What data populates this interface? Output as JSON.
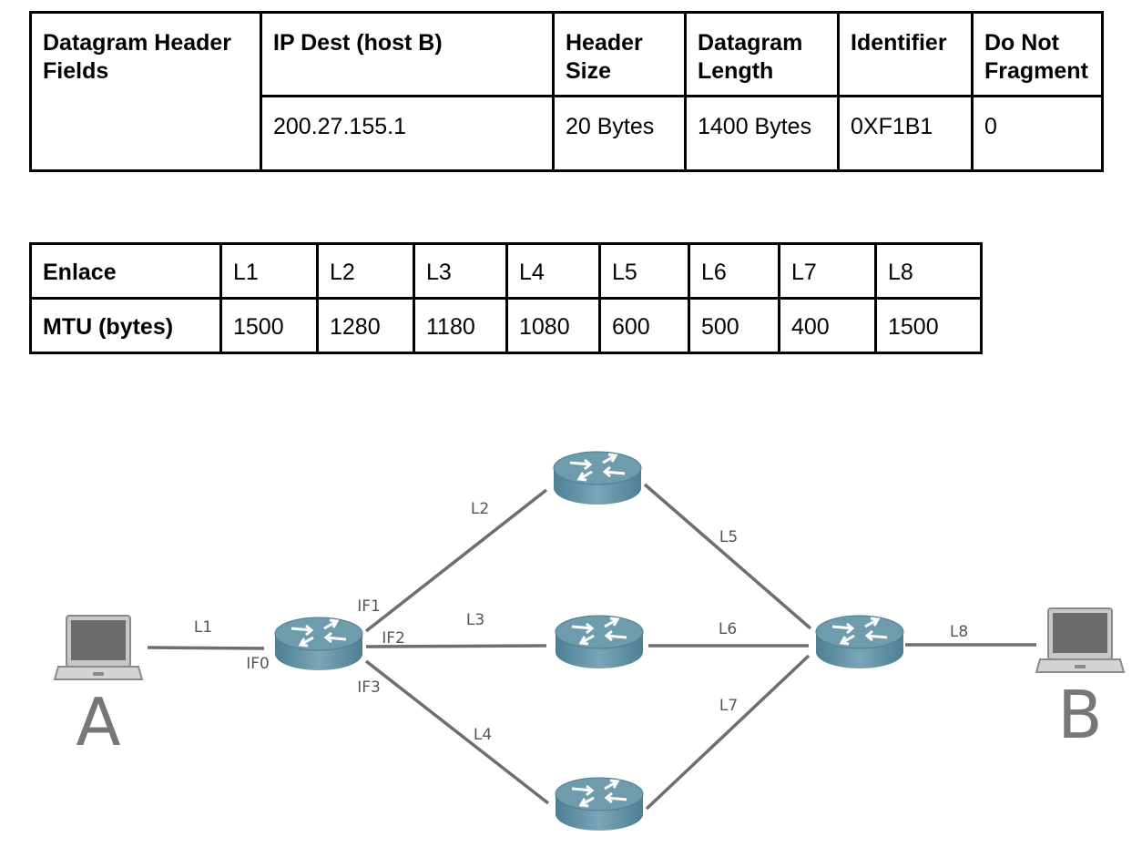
{
  "header_table": {
    "row_header": "Datagram Header Fields",
    "columns": [
      {
        "label": "IP Dest (host B)",
        "value": "200.27.155.1"
      },
      {
        "label": "Header Size",
        "value": "20 Bytes"
      },
      {
        "label": "Datagram Length",
        "value": "1400 Bytes"
      },
      {
        "label": "Identifier",
        "value": "0XF1B1"
      },
      {
        "label": "Do Not Fragment",
        "value": "0"
      }
    ]
  },
  "mtu_table": {
    "row1_header": "Enlace",
    "row2_header": "MTU (bytes)",
    "links": [
      "L1",
      "L2",
      "L3",
      "L4",
      "L5",
      "L6",
      "L7",
      "L8"
    ],
    "mtus": [
      "1500",
      "1280",
      "1180",
      "1080",
      "600",
      "500",
      "400",
      "1500"
    ]
  },
  "network": {
    "host_a": "A",
    "host_b": "B",
    "links": [
      "L1",
      "L2",
      "L3",
      "L4",
      "L5",
      "L6",
      "L7",
      "L8"
    ],
    "interfaces": [
      "IF0",
      "IF1",
      "IF2",
      "IF3"
    ],
    "colors": {
      "router": "#5f8fa3",
      "link": "#6e6e6e",
      "laptop": "#9a9a9a"
    }
  }
}
